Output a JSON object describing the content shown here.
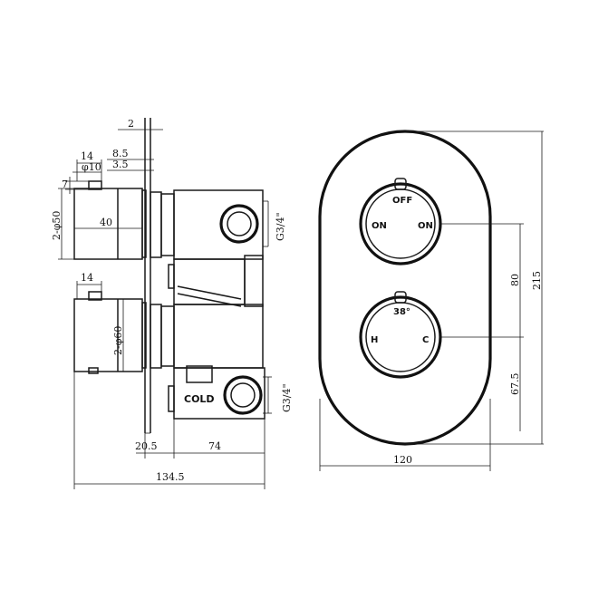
{
  "side_view": {
    "dims": {
      "plate_thickness": "2",
      "knob_offset_14": "14",
      "pin_offset": "8.5",
      "pin_diameter": "φ10",
      "pin_inset": "3.5",
      "pin_height": "7",
      "upper_knob_diameter": "2-φ50",
      "upper_knob_depth": "40",
      "lower_knob_offset_14": "14",
      "lower_knob_diameter": "2-φ60",
      "wall_gap": "20.5",
      "body_depth": "74",
      "total_depth": "134.5",
      "thread_upper": "G3/4\"",
      "thread_lower": "G3/4\""
    },
    "labels": {
      "cold": "COLD"
    }
  },
  "front_view": {
    "upper_knob": {
      "top": "OFF",
      "left": "ON",
      "right": "ON"
    },
    "lower_knob": {
      "top": "38°",
      "left": "H",
      "right": "C"
    },
    "dims": {
      "width": "120",
      "height": "215",
      "knob_spacing": "80",
      "lower_offset": "67.5"
    }
  }
}
